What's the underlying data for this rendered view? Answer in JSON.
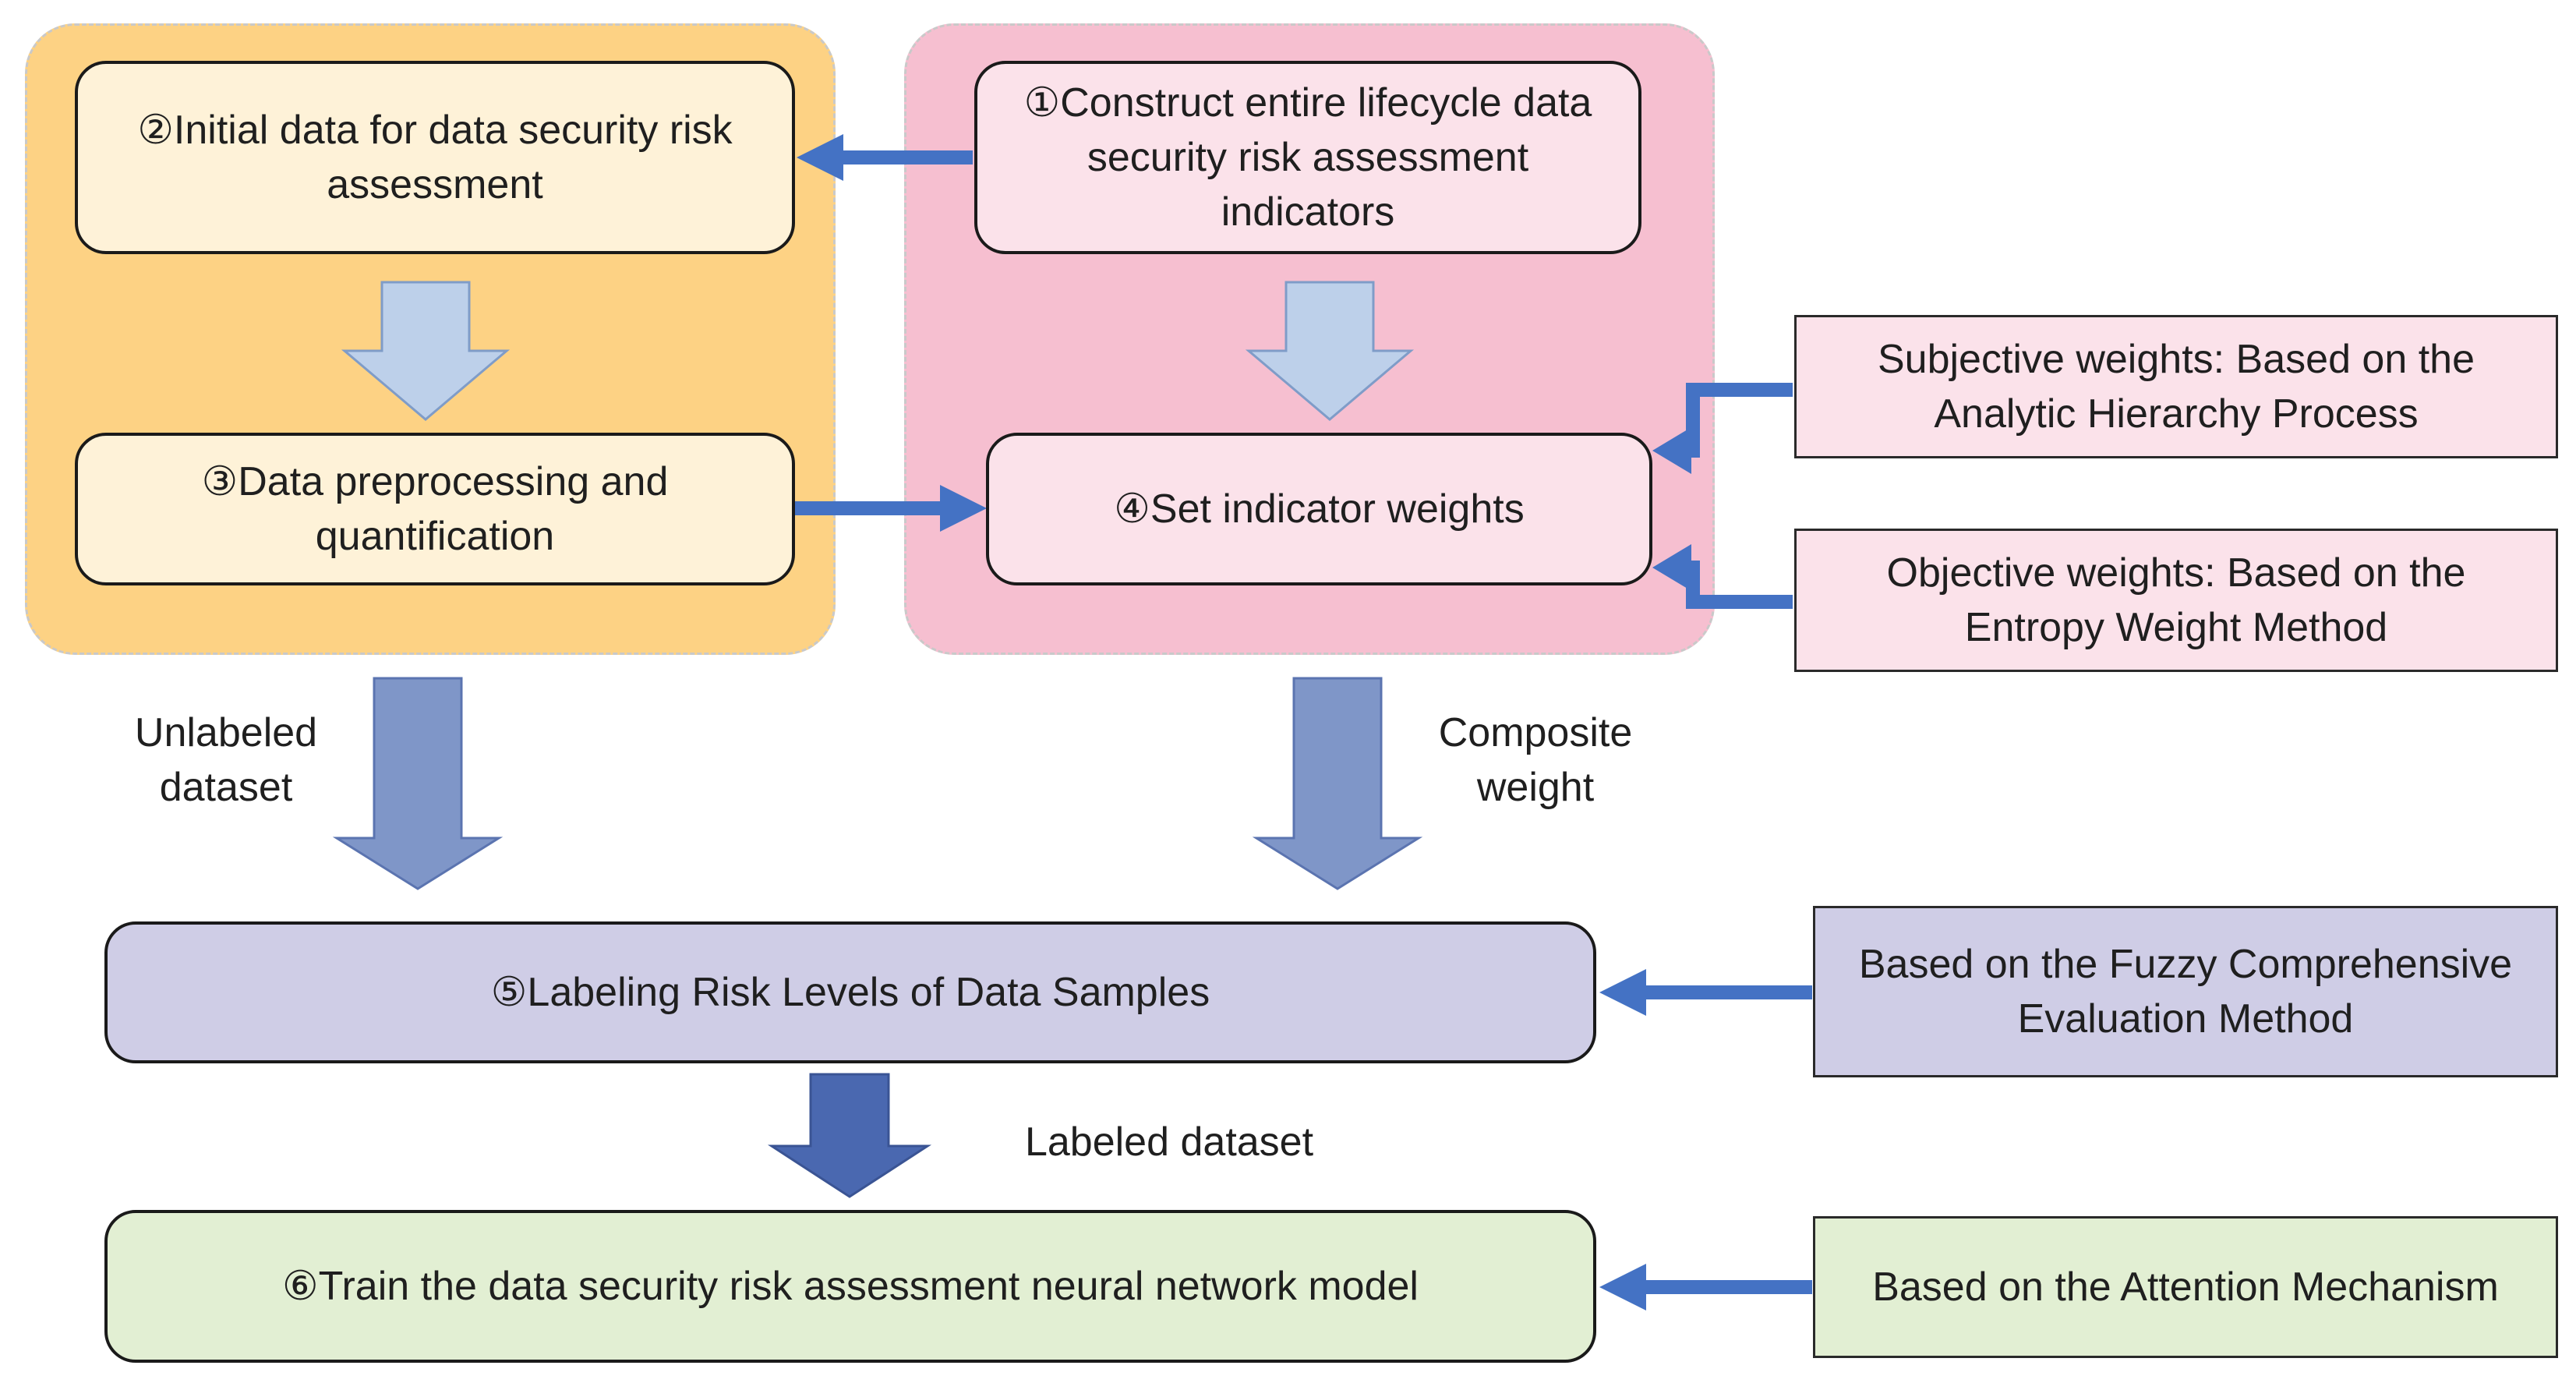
{
  "colors": {
    "orange_panel": "#fdd284",
    "pink_panel": "#f6bfd0",
    "cream_box": "#fef2d8",
    "light_pink_box": "#fbe2ea",
    "lavender_box": "#cfcde6",
    "green_box": "#e2efd3",
    "blue_arrow": "#4472c4",
    "light_block_arrow": "#bdd0ea",
    "mid_block_arrow": "#7f96c8",
    "dark_block_arrow": "#4a68b0"
  },
  "nodes": {
    "step1": "①Construct entire lifecycle data security risk assessment indicators",
    "step2": "②Initial data for data security risk assessment",
    "step3": "③Data preprocessing and quantification",
    "step4": "④Set indicator weights",
    "step5": "⑤Labeling Risk Levels of Data Samples",
    "step6": "⑥Train the data security risk assessment neural network model",
    "subjective": "Subjective weights: Based on the Analytic Hierarchy Process",
    "objective": "Objective weights: Based on the Entropy Weight Method",
    "fuzzy": "Based on the Fuzzy Comprehensive Evaluation Method",
    "attention": "Based on the Attention Mechanism"
  },
  "labels": {
    "unlabeled_line1": "Unlabeled",
    "unlabeled_line2": "dataset",
    "composite_line1": "Composite",
    "composite_line2": "weight",
    "labeled": "Labeled dataset"
  }
}
